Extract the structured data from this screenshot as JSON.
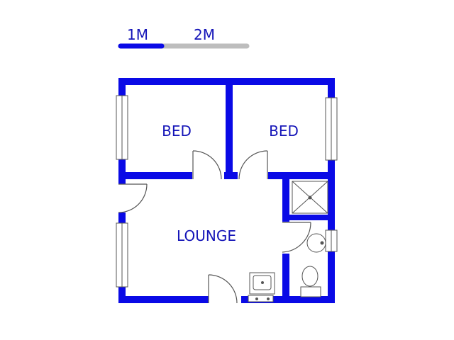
{
  "scale": {
    "label_1": "1M",
    "label_2": "2M"
  },
  "rooms": {
    "bed_left": "BED",
    "bed_right": "BED",
    "lounge": "LOUNGE"
  },
  "colors": {
    "wall": "#0a0ae6",
    "label": "#1515b8",
    "scale_gray": "#bdbdbd",
    "fixture": "#555555"
  }
}
